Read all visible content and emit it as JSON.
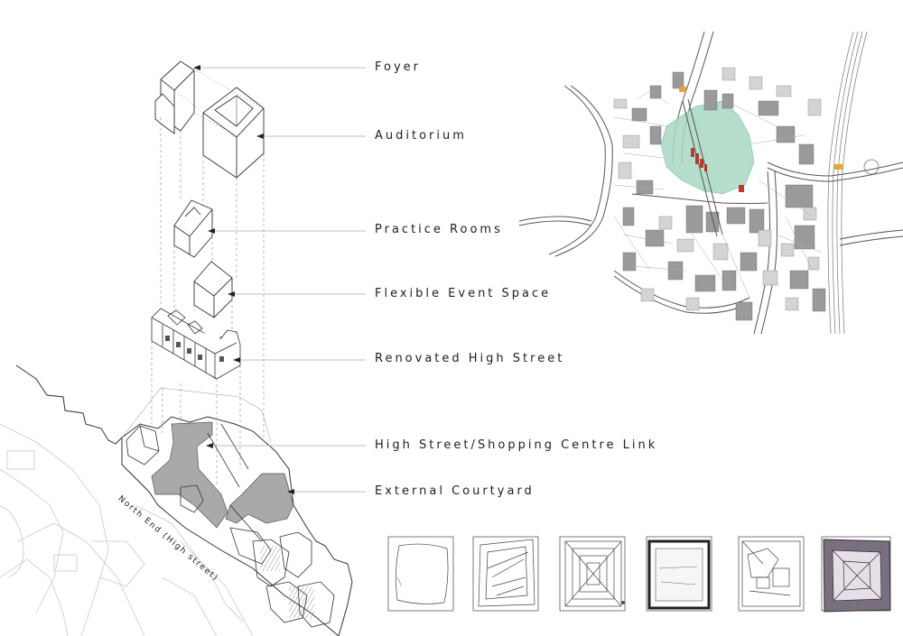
{
  "labels": {
    "foyer": "Foyer",
    "auditorium": "Auditorium",
    "practice_rooms": "Practice Rooms",
    "flexible_event_space": "Flexible Event Space",
    "renovated_high_street": "Renovated High Street",
    "shopping_centre_link": "High Street/Shopping Centre Link",
    "external_courtyard": "External Courtyard"
  },
  "street_label": "North End (High street)",
  "colors": {
    "line": "#333333",
    "courtyard_fill": "#a9a9a9",
    "map_building": "#9a9a9a",
    "map_highlight_green": "#a8d8c3",
    "map_highlight_red": "#c0392b",
    "map_station_orange": "#e8a33a"
  }
}
